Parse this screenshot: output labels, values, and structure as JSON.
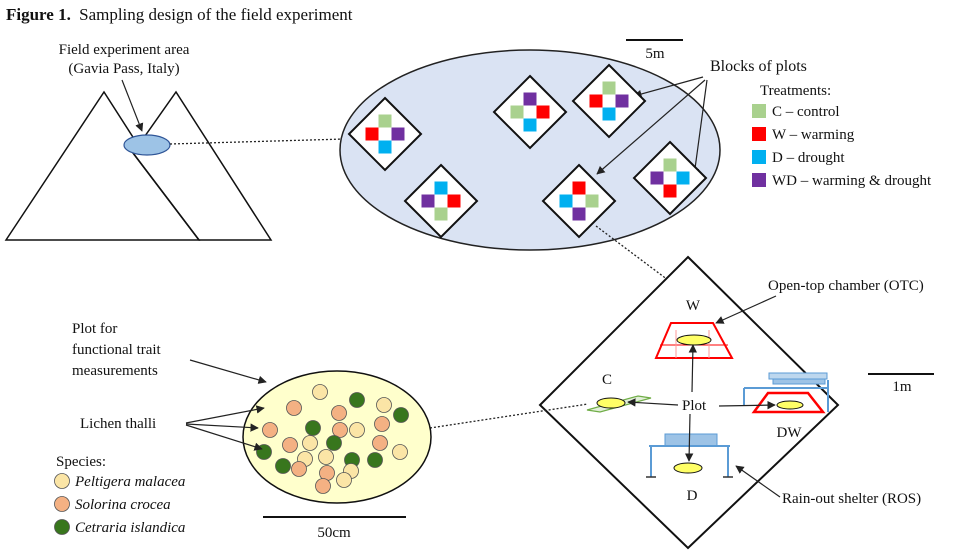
{
  "figure": {
    "label": "Figure 1.",
    "caption": "Sampling design of the field experiment"
  },
  "mountains": {
    "area_label_line1": "Field experiment area",
    "area_label_line2": "(Gavia Pass, Italy)"
  },
  "blocks": {
    "label": "Blocks of plots",
    "scale_label": "5m"
  },
  "treatments": {
    "heading": "Treatments:",
    "items": [
      {
        "label": "C – control",
        "color": "#a9d18e"
      },
      {
        "label": "W – warming",
        "color": "#ff0000"
      },
      {
        "label": "D – drought",
        "color": "#00b0f0"
      },
      {
        "label": "WD – warming & drought",
        "color": "#7030a0"
      }
    ]
  },
  "block_detail": {
    "otc_label": "Open-top chamber (OTC)",
    "ros_label": "Rain-out shelter (ROS)",
    "plot_label": "Plot",
    "w_label": "W",
    "c_label": "C",
    "dw_label": "DW",
    "d_label": "D",
    "scale_label": "1m"
  },
  "plot_detail": {
    "title_line1": "Plot for",
    "title_line2": "functional trait",
    "title_line3": "measurements",
    "thalli_label": "Lichen thalli",
    "species_heading": "Species:",
    "species": [
      {
        "name": "Peltigera malacea",
        "color": "#fbe5a6"
      },
      {
        "name": "Solorina crocea",
        "color": "#f4b183"
      },
      {
        "name": "Cetraria islandica",
        "color": "#38761d"
      }
    ],
    "scale_label": "50cm"
  }
}
